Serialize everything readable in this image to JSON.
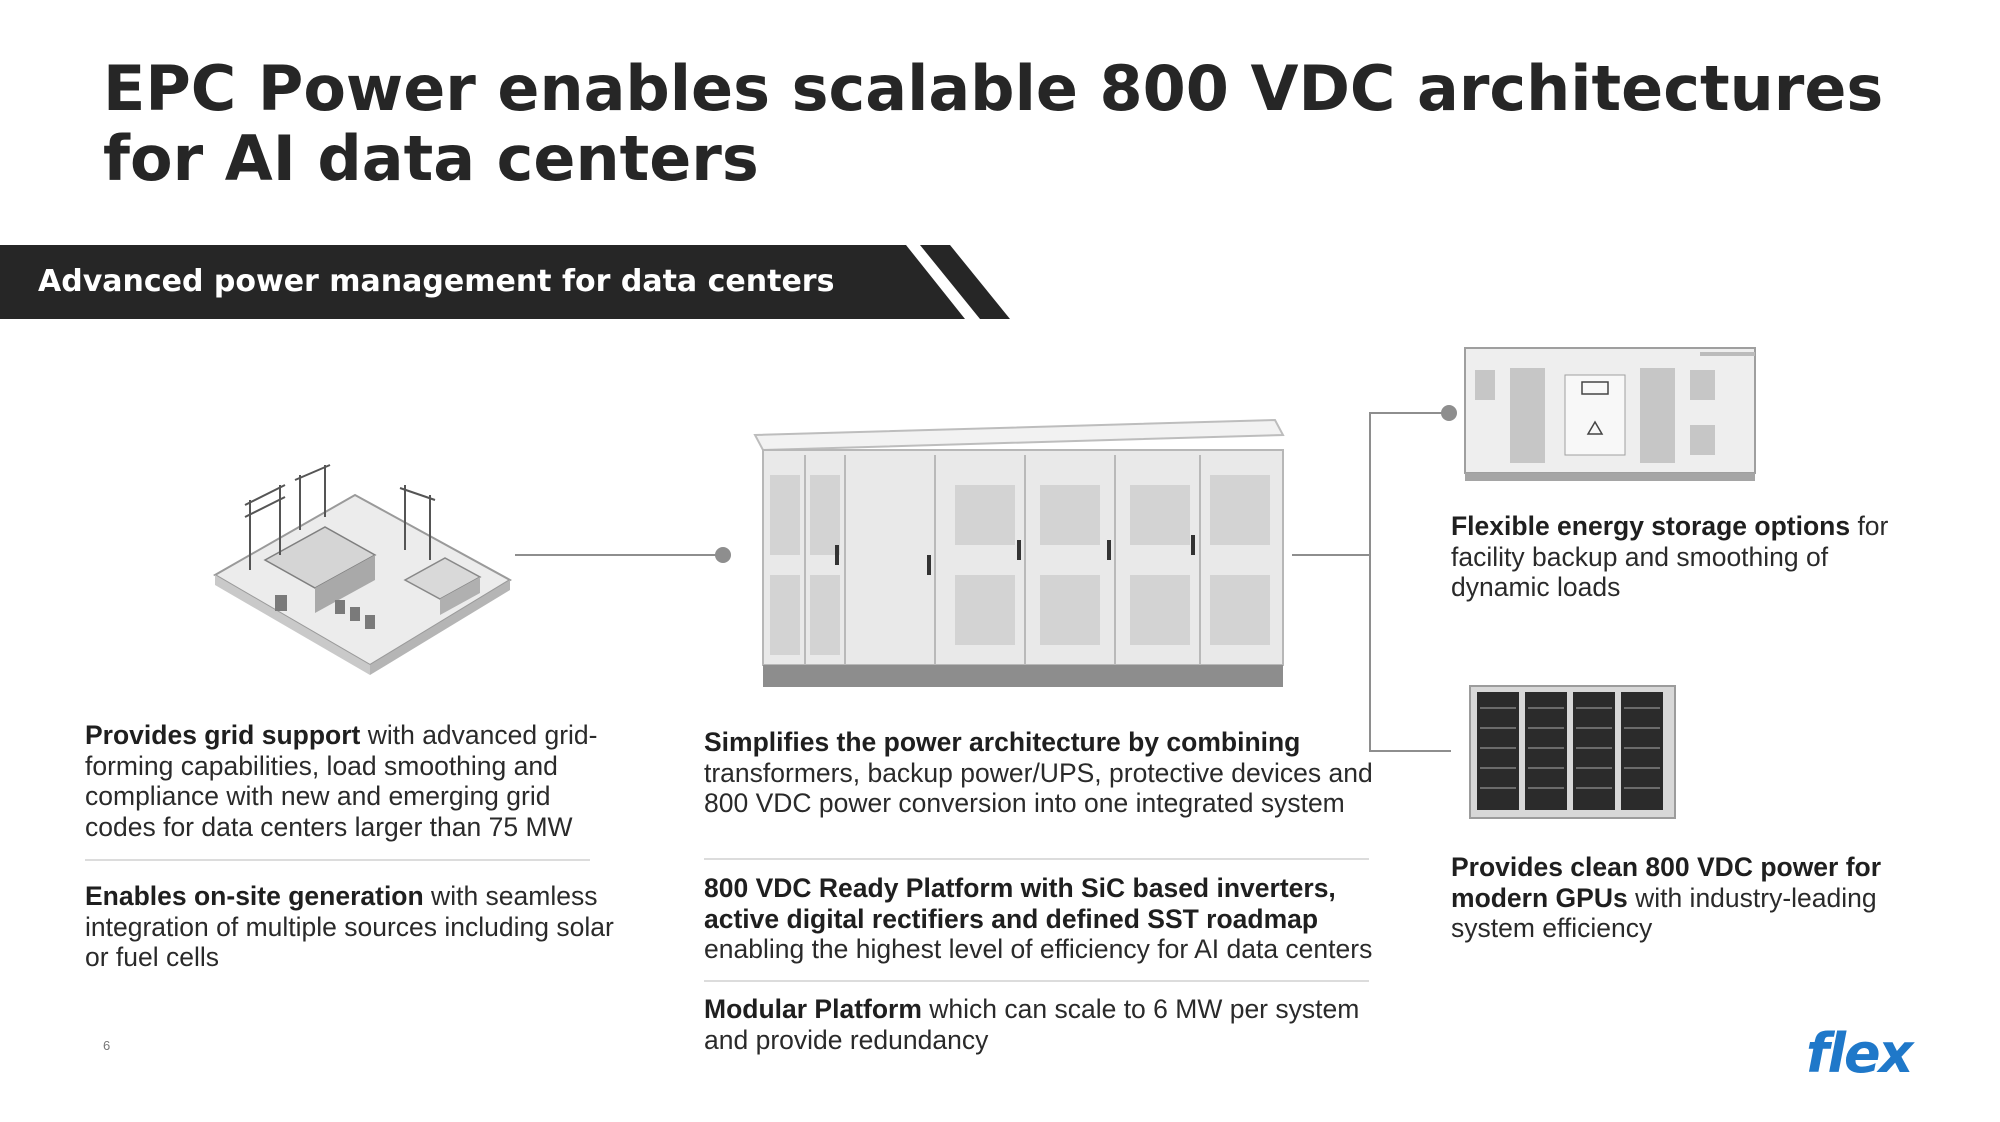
{
  "title": "EPC Power enables scalable 800 VDC architectures for AI data centers",
  "banner": "Advanced power management for data centers",
  "left": {
    "item1_bold": "Provides grid support",
    "item1_rest": " with advanced grid-forming capabilities, load smoothing and compliance with new and emerging grid codes for data centers larger than 75 MW",
    "item2_bold": "Enables on-site generation",
    "item2_rest": " with seamless integration of multiple sources including solar or fuel cells"
  },
  "center": {
    "item1_bold": "Simplifies the power architecture by combining",
    "item1_rest": " transformers, backup power/UPS, protective devices and 800 VDC power conversion into one integrated system",
    "item2_bold": "800 VDC Ready Platform with SiC based inverters, active digital rectifiers and defined SST roadmap",
    "item2_rest": " enabling the highest level of efficiency for AI data centers",
    "item3_bold": "Modular Platform",
    "item3_rest": " which can scale to 6 MW per system and provide redundancy"
  },
  "right": {
    "item1_bold": "Flexible energy storage options",
    "item1_rest": " for facility backup and smoothing of dynamic loads",
    "item2_bold": "Provides clean 800 VDC power for modern GPUs",
    "item2_rest": " with industry-leading system efficiency"
  },
  "page_number": "6",
  "logo_text": "flex",
  "colors": {
    "banner": "#262626",
    "logo": "#1f78c9",
    "connector": "#8e8e8e"
  },
  "icons": [
    "substation-illustration",
    "power-cabinet-illustration",
    "energy-storage-container-illustration",
    "server-rack-illustration"
  ]
}
